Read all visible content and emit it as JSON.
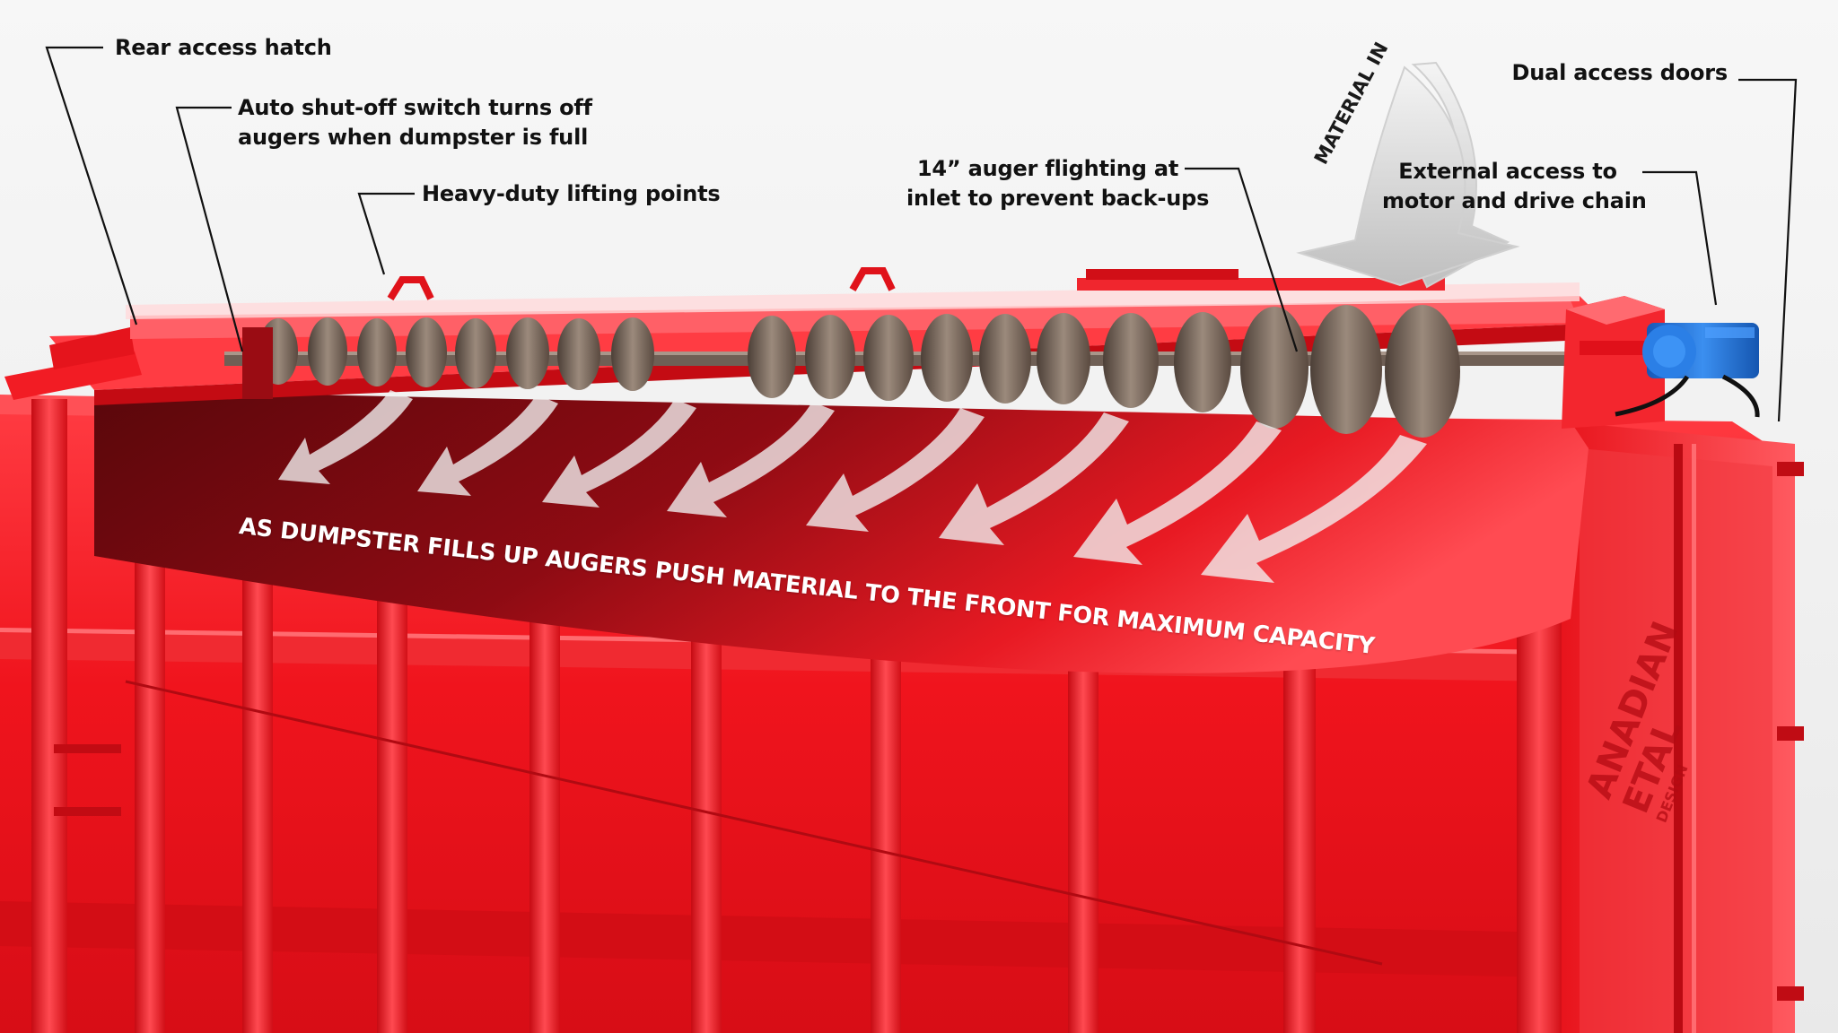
{
  "callouts": {
    "rear_access_hatch": [
      "Rear access hatch"
    ],
    "auto_shutoff": [
      "Auto shut-off switch turns off",
      "augers when dumpster is full"
    ],
    "lifting_points": [
      "Heavy-duty lifting points"
    ],
    "auger_flighting": [
      "14” auger flighting at",
      "inlet to prevent back-ups"
    ],
    "dual_access_doors": [
      "Dual access doors"
    ],
    "external_access": [
      "External access to",
      "motor and drive chain"
    ]
  },
  "material_in_label": "MATERIAL IN",
  "feature_text": "AS DUMPSTER FILLS UP AUGERS PUSH MATERIAL TO THE FRONT FOR MAXIMUM CAPACITY",
  "side_branding": [
    "ANADIAN",
    "ETAL",
    "DESIGN"
  ],
  "colors": {
    "container_red": "#e8141c",
    "container_highlight": "#ff5a5f",
    "interior_dark_red": "#7a0a10",
    "auger_steel": "#7b6a5e",
    "motor_blue": "#1e6fd6",
    "callout_text": "#111111",
    "leader_line": "#111111"
  },
  "icons": [
    "motor-icon",
    "down-arrow-icon"
  ]
}
